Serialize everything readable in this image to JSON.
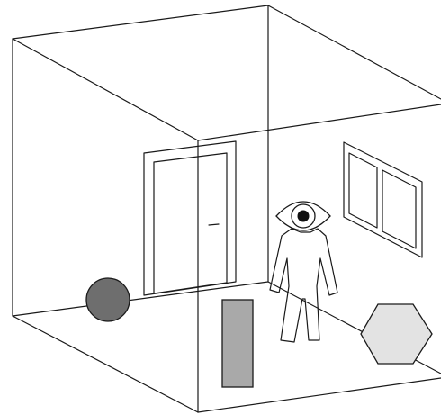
{
  "scene": {
    "description_visible_text": "",
    "colors": {
      "line": "#1a1a1a",
      "background": "#ffffff",
      "sphere_fill": "#6e6e6e",
      "box_fill": "#a9a9a9",
      "hexagon_fill": "#e3e3e3",
      "eye_fill": "#ffffff",
      "pupil_fill": "#111111"
    },
    "objects": [
      {
        "name": "room",
        "icon": "room-wireframe"
      },
      {
        "name": "door",
        "icon": "door-icon"
      },
      {
        "name": "window",
        "icon": "window-icon"
      },
      {
        "name": "observer",
        "icon": "eye-icon"
      },
      {
        "name": "person",
        "icon": "person-icon"
      },
      {
        "name": "sphere",
        "icon": "circle-shape"
      },
      {
        "name": "box",
        "icon": "rectangle-shape"
      },
      {
        "name": "hexagon",
        "icon": "hexagon-shape"
      }
    ]
  }
}
